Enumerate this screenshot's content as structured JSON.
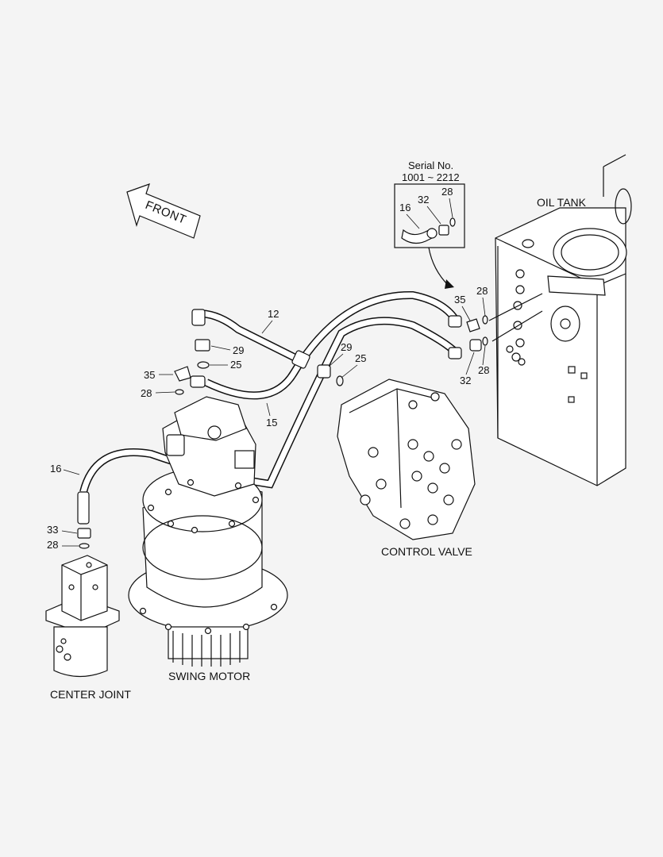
{
  "front_label": "FRONT",
  "inset": {
    "serial_title": "Serial No.",
    "serial_range": "1001 ~ 2212"
  },
  "components": {
    "oil_tank": "OIL TANK",
    "control_valve": "CONTROL VALVE",
    "swing_motor": "SWING MOTOR",
    "center_joint": "CENTER JOINT"
  },
  "callouts": {
    "inset_16": "16",
    "inset_32": "32",
    "inset_28": "28",
    "c12": "12",
    "c29_left": "29",
    "c25_left": "25",
    "c35_left": "35",
    "c28_left": "28",
    "c15": "15",
    "c29_mid": "29",
    "c25_mid": "25",
    "c35_right": "35",
    "c28_right_top": "28",
    "c28_right_bottom": "28",
    "c32_right": "32",
    "c16": "16",
    "c33": "33",
    "c28_bottom": "28"
  },
  "colors": {
    "line": "#111111",
    "background": "#f4f4f4"
  }
}
